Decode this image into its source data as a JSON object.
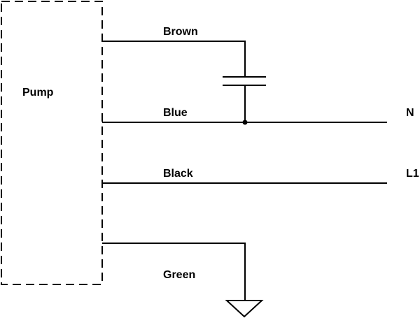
{
  "component": {
    "name": "Pump"
  },
  "wires": {
    "brown": "Brown",
    "blue": "Blue",
    "black": "Black",
    "green": "Green"
  },
  "terminals": {
    "neutral": "N",
    "line": "L1"
  },
  "colors": {
    "line": "#000000",
    "background": "#ffffff"
  },
  "icons": {
    "capacitor": "capacitor-icon",
    "ground": "ground-icon",
    "junction": "junction-dot-icon"
  }
}
